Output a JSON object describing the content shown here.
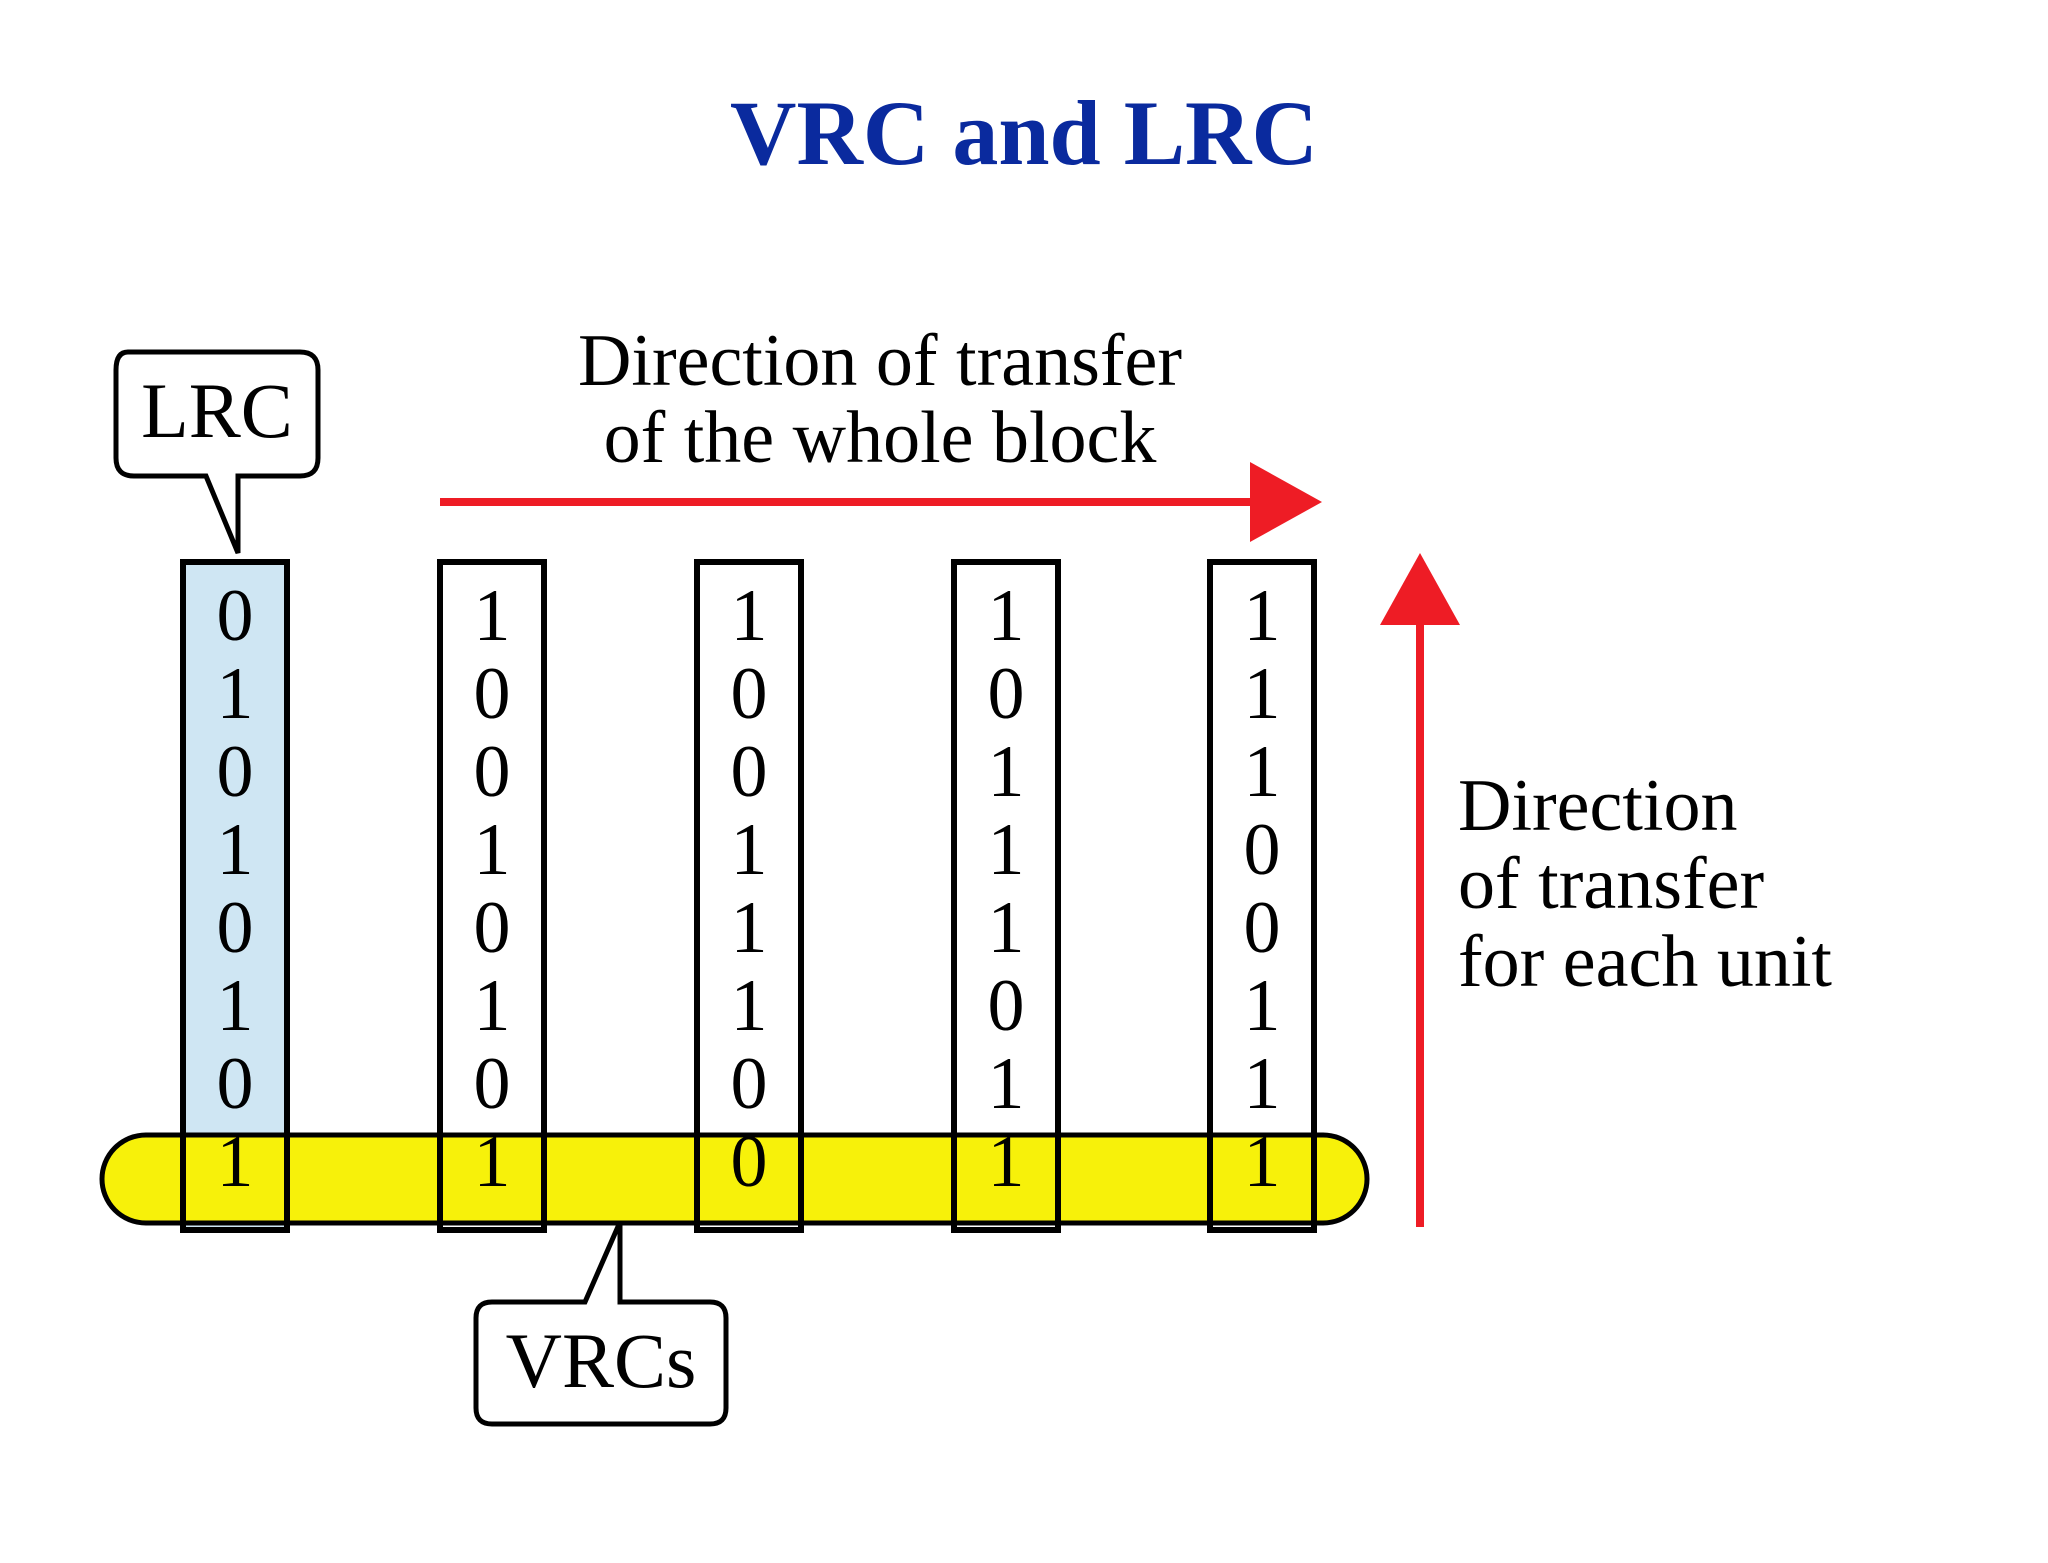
{
  "title": "VRC and LRC",
  "labels": {
    "lrc": "LRC",
    "vrcs": "VRCs",
    "block_direction": [
      "Direction of transfer",
      "of the whole block"
    ],
    "unit_direction": [
      "Direction",
      "of transfer",
      "for each unit"
    ]
  },
  "columns": [
    {
      "bits": [
        "0",
        "1",
        "0",
        "1",
        "0",
        "1",
        "0",
        "1"
      ],
      "role": "LRC"
    },
    {
      "bits": [
        "1",
        "0",
        "0",
        "1",
        "0",
        "1",
        "0",
        "1"
      ],
      "role": "data"
    },
    {
      "bits": [
        "1",
        "0",
        "0",
        "1",
        "1",
        "1",
        "0",
        "0"
      ],
      "role": "data"
    },
    {
      "bits": [
        "1",
        "0",
        "1",
        "1",
        "1",
        "0",
        "1",
        "1"
      ],
      "role": "data"
    },
    {
      "bits": [
        "1",
        "1",
        "1",
        "0",
        "0",
        "1",
        "1",
        "1"
      ],
      "role": "data"
    }
  ],
  "colors": {
    "title": "#0a2a9e",
    "arrow": "#ee1c25",
    "lrc_fill": "#cfe6f3",
    "vrc_fill": "#f7f10a"
  }
}
